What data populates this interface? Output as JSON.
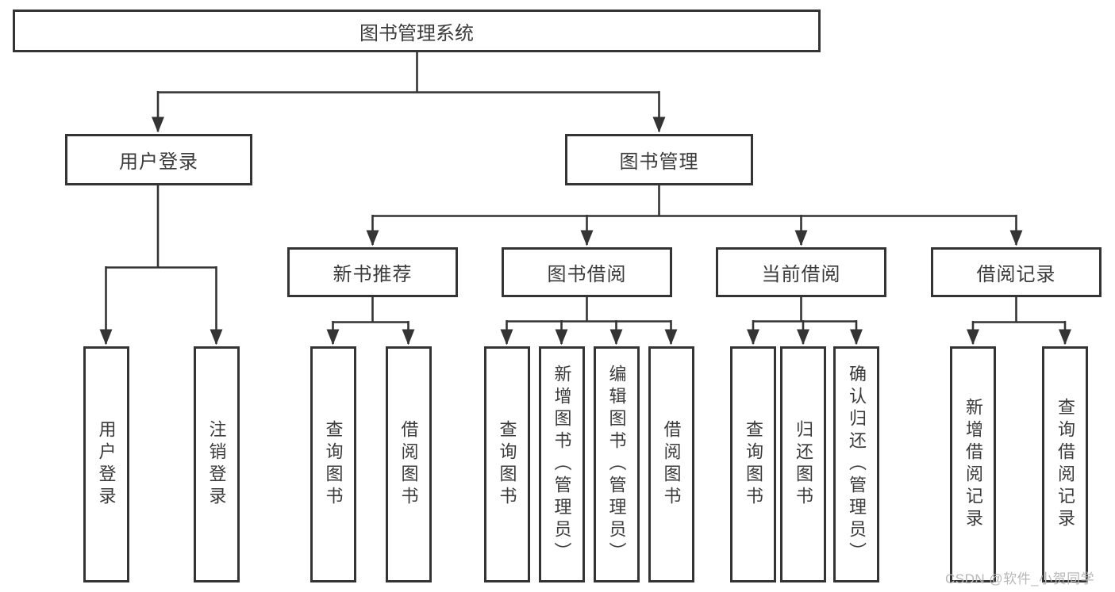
{
  "diagram": {
    "title": "图书管理系统",
    "type": "hierarchy-diagram",
    "tree": {
      "label": "图书管理系统",
      "children": [
        {
          "label": "用户登录",
          "children": [
            {
              "label": "用户登录"
            },
            {
              "label": "注销登录"
            }
          ]
        },
        {
          "label": "图书管理",
          "children": [
            {
              "label": "新书推荐",
              "children": [
                {
                  "label": "查询图书"
                },
                {
                  "label": "借阅图书"
                }
              ]
            },
            {
              "label": "图书借阅",
              "children": [
                {
                  "label": "查询图书"
                },
                {
                  "label": "新增图书（管理员）"
                },
                {
                  "label": "编辑图书（管理员）"
                },
                {
                  "label": "借阅图书"
                }
              ]
            },
            {
              "label": "当前借阅",
              "children": [
                {
                  "label": "查询图书"
                },
                {
                  "label": "归还图书"
                },
                {
                  "label": "确认归还（管理员）"
                }
              ]
            },
            {
              "label": "借阅记录",
              "children": [
                {
                  "label": "新增借阅记录"
                },
                {
                  "label": "查询借阅记录"
                }
              ]
            }
          ]
        }
      ]
    },
    "watermark": "CSDN @软件_小贺同学",
    "colors": {
      "line": "#343434",
      "box_border": "#343434",
      "text": "#3b3b3b",
      "watermark": "#b7b7b7",
      "background": "#ffffff"
    }
  }
}
